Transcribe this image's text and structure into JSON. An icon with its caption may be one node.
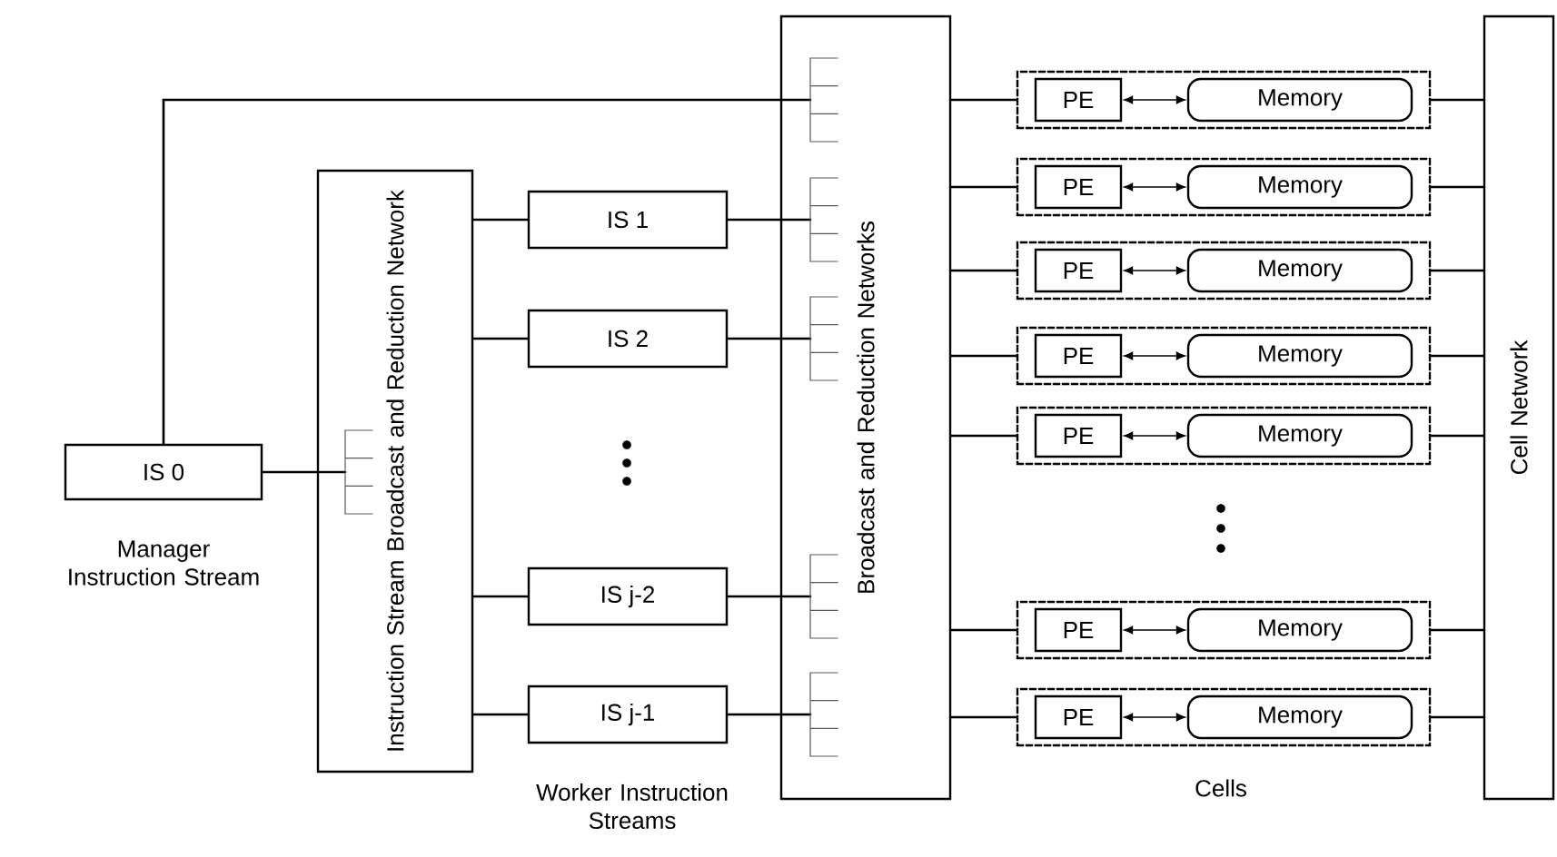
{
  "diagram": {
    "nodes": [
      {
        "text": [
          "IS 0"
        ],
        "beside": [
          "Manager Instruction Stream"
        ]
      },
      {
        "text": [
          "Instruction Stream Broadcast and Reduction Network"
        ]
      },
      {
        "text": [
          "IS 1"
        ]
      },
      {
        "text": [
          "IS 2"
        ]
      },
      {
        "text": [
          "IS j-2"
        ]
      },
      {
        "text": [
          "IS j-1"
        ]
      },
      {
        "text": [
          "Broadcast and Reduction Networks"
        ]
      },
      {
        "text": [],
        "shape": "box"
      },
      {
        "text": [
          "PE"
        ],
        "in": 7
      },
      {
        "text": [
          "Memory"
        ],
        "in": 7
      },
      {
        "text": [],
        "shape": "box"
      },
      {
        "text": [
          "PE"
        ],
        "in": 10
      },
      {
        "text": [
          "Memory"
        ],
        "in": 10
      },
      {
        "text": [],
        "shape": "box"
      },
      {
        "text": [
          "PE"
        ],
        "in": 13
      },
      {
        "text": [
          "Memory"
        ],
        "in": 13
      },
      {
        "text": [],
        "shape": "box"
      },
      {
        "text": [
          "PE"
        ],
        "in": 16
      },
      {
        "text": [
          "Memory"
        ],
        "in": 16
      },
      {
        "text": [],
        "shape": "box"
      },
      {
        "text": [
          "PE"
        ],
        "in": 19
      },
      {
        "text": [
          "Memory"
        ],
        "in": 19
      },
      {
        "text": [],
        "shape": "box"
      },
      {
        "text": [
          "PE"
        ],
        "in": 22
      },
      {
        "text": [
          "Memory"
        ],
        "in": 22
      },
      {
        "text": [],
        "shape": "box"
      },
      {
        "text": [
          "PE"
        ],
        "in": 25
      },
      {
        "text": [
          "Memory"
        ],
        "in": 25
      },
      {
        "text": [
          "Cell Network"
        ]
      }
    ],
    "edges": [
      {
        "from": 0,
        "to": 6,
        "arrow": "none"
      },
      {
        "from": 0,
        "to": 1,
        "arrow": "none"
      },
      {
        "from": 1,
        "to": 2,
        "arrow": "none"
      },
      {
        "from": 1,
        "to": 3,
        "arrow": "none"
      },
      {
        "from": 1,
        "to": 4,
        "arrow": "none"
      },
      {
        "from": 1,
        "to": 5,
        "arrow": "none"
      },
      {
        "from": 2,
        "to": 6,
        "arrow": "none"
      },
      {
        "from": 3,
        "to": 6,
        "arrow": "none"
      },
      {
        "from": 4,
        "to": 6,
        "arrow": "none"
      },
      {
        "from": 5,
        "to": 6,
        "arrow": "none"
      },
      {
        "from": 6,
        "to": 7,
        "arrow": "none"
      },
      {
        "from": 6,
        "to": 10,
        "arrow": "none"
      },
      {
        "from": 6,
        "to": 13,
        "arrow": "none"
      },
      {
        "from": 6,
        "to": 16,
        "arrow": "none"
      },
      {
        "from": 6,
        "to": 19,
        "arrow": "none"
      },
      {
        "from": 6,
        "to": 22,
        "arrow": "none"
      },
      {
        "from": 6,
        "to": 25,
        "arrow": "none"
      },
      {
        "from": 8,
        "to": 9,
        "arrow": "both"
      },
      {
        "from": 11,
        "to": 12,
        "arrow": "both"
      },
      {
        "from": 14,
        "to": 15,
        "arrow": "both"
      },
      {
        "from": 17,
        "to": 18,
        "arrow": "both"
      },
      {
        "from": 20,
        "to": 21,
        "arrow": "both"
      },
      {
        "from": 23,
        "to": 24,
        "arrow": "both"
      },
      {
        "from": 26,
        "to": 27,
        "arrow": "both"
      },
      {
        "from": 7,
        "to": 28,
        "arrow": "none"
      },
      {
        "from": 10,
        "to": 28,
        "arrow": "none"
      },
      {
        "from": 13,
        "to": 28,
        "arrow": "none"
      },
      {
        "from": 16,
        "to": 28,
        "arrow": "none"
      },
      {
        "from": 19,
        "to": 28,
        "arrow": "none"
      },
      {
        "from": 22,
        "to": 28,
        "arrow": "none"
      },
      {
        "from": 25,
        "to": 28,
        "arrow": "none"
      }
    ],
    "labels": [
      "Worker Instruction Streams",
      "Cells"
    ]
  }
}
